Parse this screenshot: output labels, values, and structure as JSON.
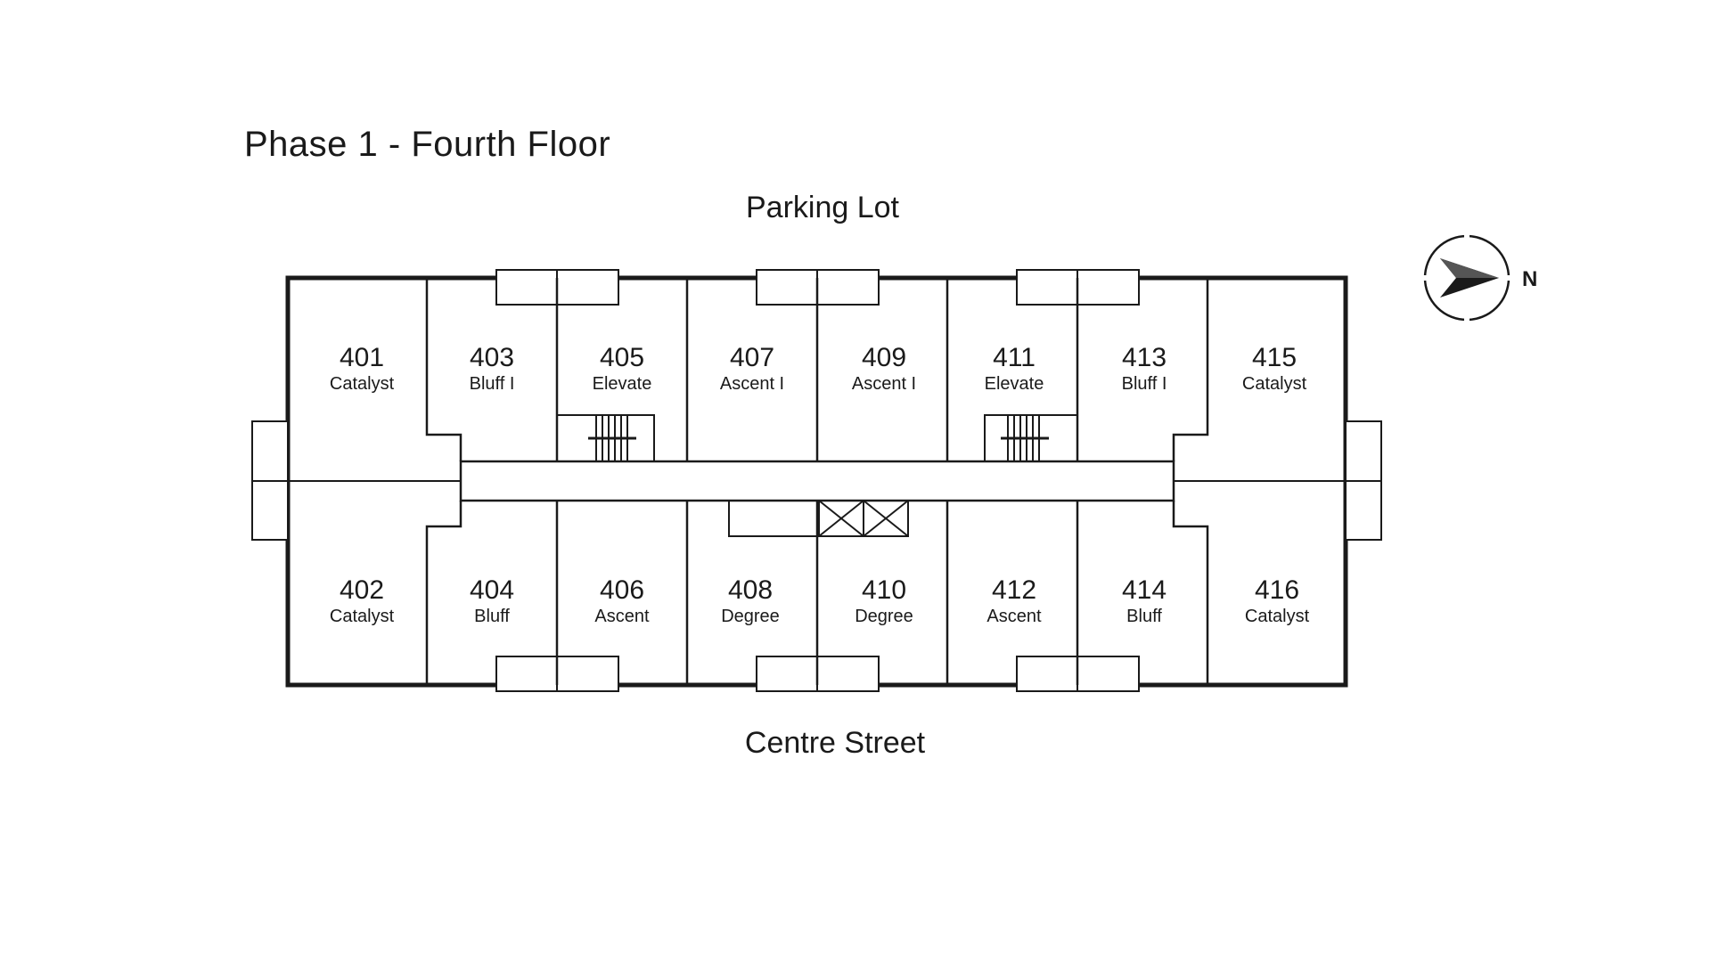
{
  "title": "Phase 1 - Fourth Floor",
  "streets": {
    "north": "Parking Lot",
    "south": "Centre Street"
  },
  "compass": {
    "label": "N",
    "icon": "north-arrow-icon"
  },
  "units": [
    {
      "number": "401",
      "type": "Catalyst"
    },
    {
      "number": "403",
      "type": "Bluff I"
    },
    {
      "number": "405",
      "type": "Elevate"
    },
    {
      "number": "407",
      "type": "Ascent I"
    },
    {
      "number": "409",
      "type": "Ascent I"
    },
    {
      "number": "411",
      "type": "Elevate"
    },
    {
      "number": "413",
      "type": "Bluff I"
    },
    {
      "number": "415",
      "type": "Catalyst"
    },
    {
      "number": "402",
      "type": "Catalyst"
    },
    {
      "number": "404",
      "type": "Bluff"
    },
    {
      "number": "406",
      "type": "Ascent"
    },
    {
      "number": "408",
      "type": "Degree"
    },
    {
      "number": "410",
      "type": "Degree"
    },
    {
      "number": "412",
      "type": "Ascent"
    },
    {
      "number": "414",
      "type": "Bluff"
    },
    {
      "number": "416",
      "type": "Catalyst"
    }
  ]
}
